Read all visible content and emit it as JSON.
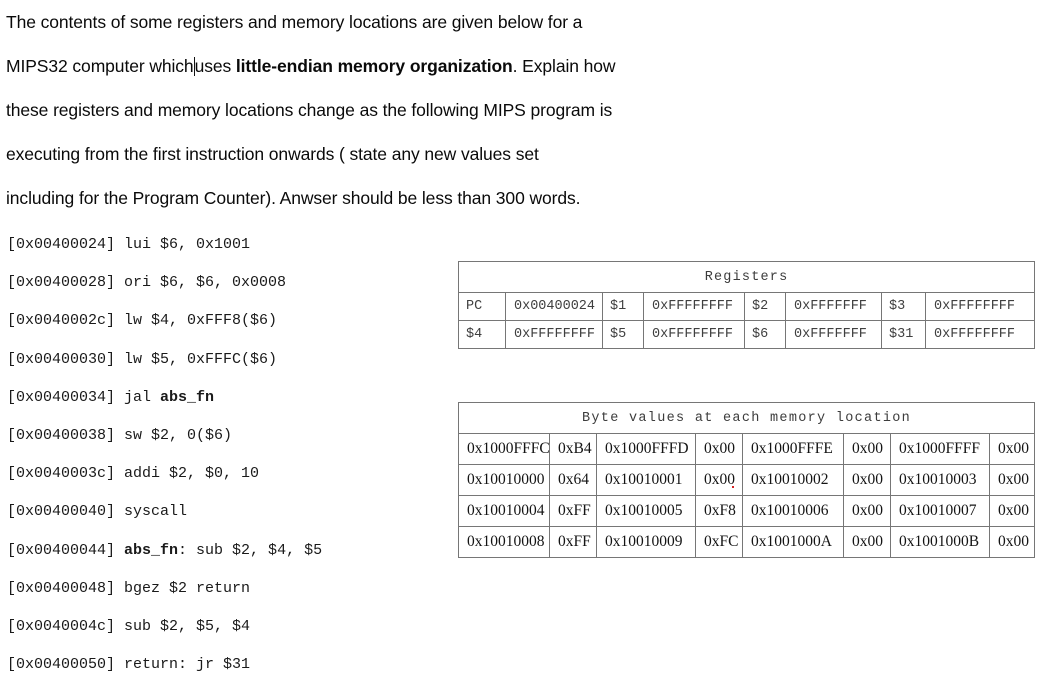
{
  "prose": {
    "lines": [
      [
        {
          "text": "The contents of some registers and memory locations are given below for a",
          "bold": false
        }
      ],
      [
        {
          "text": "MIPS32 computer which",
          "bold": false
        },
        {
          "caret": true
        },
        {
          "text": "uses ",
          "bold": false
        },
        {
          "text": "little-endian memory organization",
          "bold": true
        },
        {
          "text": ". Explain how",
          "bold": false
        }
      ],
      [
        {
          "text": "these registers and memory locations change as the following MIPS program is",
          "bold": false
        }
      ],
      [
        {
          "text": "executing from the first instruction onwards ( state any new values set",
          "bold": false
        }
      ],
      [
        {
          "text": "including for the Program Counter). Anwser should be less than 300 words.",
          "bold": false
        }
      ]
    ]
  },
  "code": {
    "lines": [
      [
        {
          "text": "[0x00400024] lui $6, 0x1001",
          "bold": false
        }
      ],
      [
        {
          "text": "[0x00400028] ori $6, $6, 0x0008",
          "bold": false
        }
      ],
      [
        {
          "text": "[0x0040002c] lw $4, 0xFFF8($6)",
          "bold": false
        }
      ],
      [
        {
          "text": "[0x00400030] lw $5, 0xFFFC($6)",
          "bold": false
        }
      ],
      [
        {
          "text": "[0x00400034] jal ",
          "bold": false
        },
        {
          "text": "abs_fn",
          "bold": true
        }
      ],
      [
        {
          "text": "[0x00400038] sw $2, 0($6)",
          "bold": false
        }
      ],
      [
        {
          "text": "[0x0040003c] addi $2, $0, 10",
          "bold": false
        }
      ],
      [
        {
          "text": "[0x00400040] syscall",
          "bold": false
        }
      ],
      [
        {
          "text": "[0x00400044] ",
          "bold": false
        },
        {
          "text": "abs_fn",
          "bold": true
        },
        {
          "text": ": sub $2, $4, $5",
          "bold": false
        }
      ],
      [
        {
          "text": "[0x00400048] bgez $2 return",
          "bold": false
        }
      ],
      [
        {
          "text": "[0x0040004c] sub $2, $5, $4",
          "bold": false
        }
      ],
      [
        {
          "text": "[0x00400050] return: jr $31",
          "bold": false
        }
      ]
    ]
  },
  "registers": {
    "title": "Registers",
    "rows": [
      [
        {
          "name": "PC",
          "value": "0x00400024"
        },
        {
          "name": "$1",
          "value": "0xFFFFFFFF"
        },
        {
          "name": "$2",
          "value": "0xFFFFFFF"
        },
        {
          "name": "$3",
          "value": "0xFFFFFFFF"
        }
      ],
      [
        {
          "name": "$4",
          "value": "0xFFFFFFFF"
        },
        {
          "name": "$5",
          "value": "0xFFFFFFFF"
        },
        {
          "name": "$6",
          "value": "0xFFFFFFF"
        },
        {
          "name": "$31",
          "value": "0xFFFFFFFF"
        }
      ]
    ]
  },
  "memory": {
    "title": "Byte values at each memory location",
    "rows": [
      [
        {
          "address": "0x1000FFFC",
          "value": "0xB4"
        },
        {
          "address": "0x1000FFFD",
          "value": "0x00"
        },
        {
          "address": "0x1000FFFE",
          "value": "0x00"
        },
        {
          "address": "0x1000FFFF",
          "value": "0x00"
        }
      ],
      [
        {
          "address": "0x10010000",
          "value": "0x64"
        },
        {
          "address": "0x10010001",
          "value": "0x00"
        },
        {
          "address": "0x10010002",
          "value": "0x00"
        },
        {
          "address": "0x10010003",
          "value": "0x00"
        }
      ],
      [
        {
          "address": "0x10010004",
          "value": "0xFF"
        },
        {
          "address": "0x10010005",
          "value": "0xF8"
        },
        {
          "address": "0x10010006",
          "value": "0x00"
        },
        {
          "address": "0x10010007",
          "value": "0x00"
        }
      ],
      [
        {
          "address": "0x10010008",
          "value": "0xFF"
        },
        {
          "address": "0x10010009",
          "value": "0xFC"
        },
        {
          "address": "0x1001000A",
          "value": "0x00"
        },
        {
          "address": "0x1001000B",
          "value": "0x00"
        }
      ]
    ]
  },
  "colors": {
    "table_border": "#767676",
    "register_text": "#3f3f3f",
    "body_text": "#0a0a0a",
    "speck": "#d62222"
  }
}
